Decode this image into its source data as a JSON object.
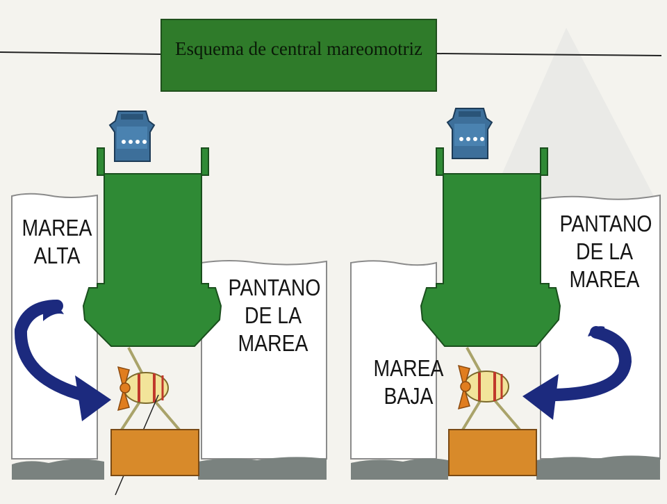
{
  "diagram": {
    "title": "Esquema de central mareomotriz",
    "left_panel": {
      "sea_label": {
        "line1": "MAREA",
        "line2": "ALTA"
      },
      "basin_label": {
        "line1": "PANTANO",
        "line2": "DE LA",
        "line3": "MAREA"
      }
    },
    "right_panel": {
      "basin_label": {
        "line1": "PANTANO",
        "line2": "DE LA",
        "line3": "MAREA"
      },
      "sea_label": {
        "line1": "MAREA",
        "line2": "BAJA"
      }
    }
  },
  "colors": {
    "dam_green": "#2f8a35",
    "dam_outline": "#1a4f1d",
    "title_green": "#2f7b2a",
    "arrow_blue": "#1c2a7e",
    "generator_blue": "#3d6f9a",
    "base_orange": "#d88a2a",
    "turbine_yellow": "#f2e49a",
    "propeller_orange": "#e07d1f",
    "seabed_gray": "#7a827f"
  }
}
